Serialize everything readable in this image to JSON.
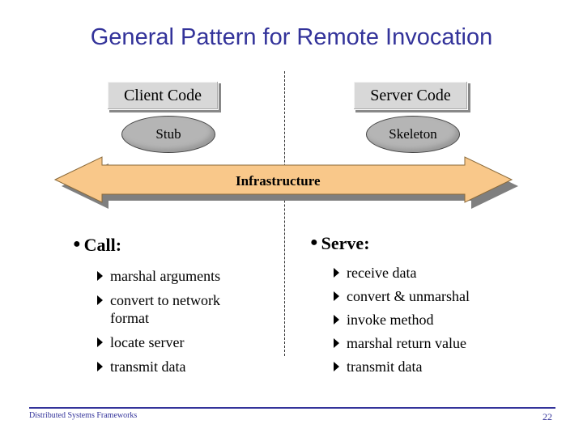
{
  "title": "General Pattern for Remote Invocation",
  "client_code": "Client Code",
  "server_code": "Server Code",
  "stub": "Stub",
  "skeleton": "Skeleton",
  "infrastructure": "Infrastructure",
  "call": {
    "heading": "Call:",
    "items": [
      "marshal arguments",
      "convert to network format",
      "locate server",
      "transmit data"
    ]
  },
  "serve": {
    "heading": "Serve:",
    "items": [
      "receive data",
      "convert & unmarshal",
      "invoke method",
      "marshal return value",
      "transmit data"
    ]
  },
  "footer": "Distributed Systems Frameworks",
  "page_number": "22",
  "colors": {
    "title": "#33339a",
    "arrow_fill": "#f9c88a",
    "box_fill": "#d8d8d8",
    "ellipse_fill": "#b5b5b5"
  }
}
